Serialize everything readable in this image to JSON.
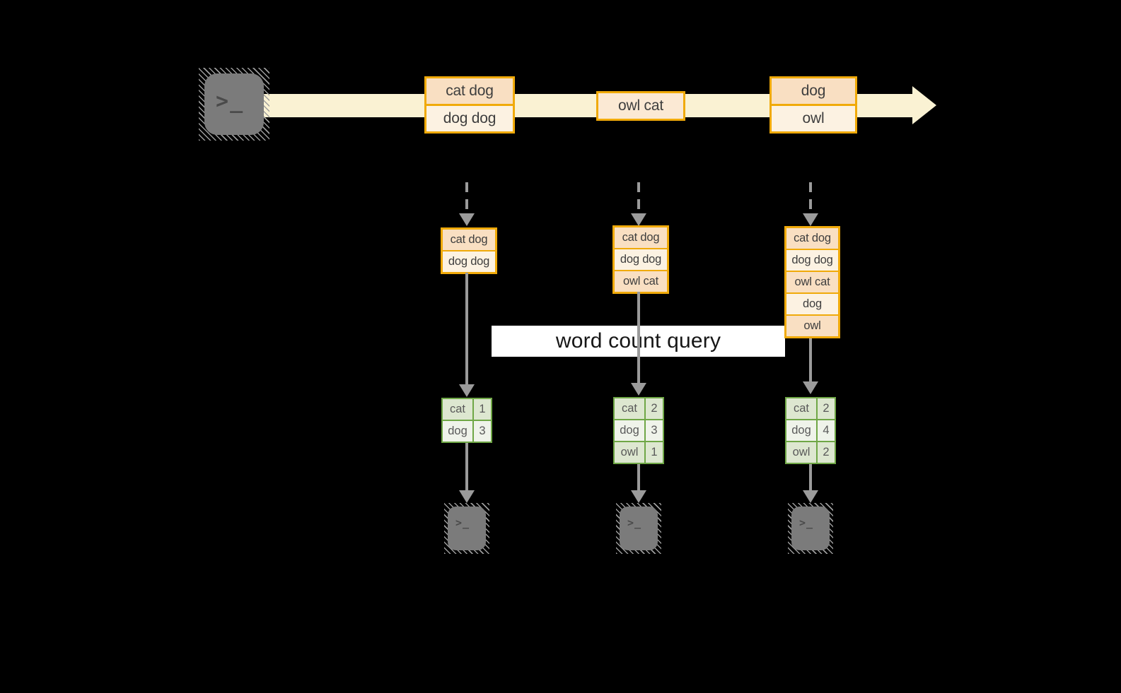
{
  "query": {
    "label": "word count query"
  },
  "stream": {
    "batch1": {
      "row1": "cat dog",
      "row2": "dog dog"
    },
    "batch2": {
      "row1": "owl cat"
    },
    "batch3": {
      "row1": "dog",
      "row2": "owl"
    }
  },
  "states": {
    "col1": [
      "cat dog",
      "dog dog"
    ],
    "col2": [
      "cat dog",
      "dog dog",
      "owl cat"
    ],
    "col3": [
      "cat dog",
      "dog dog",
      "owl cat",
      "dog",
      "owl"
    ]
  },
  "counts": {
    "col1": [
      {
        "word": "cat",
        "value": "1"
      },
      {
        "word": "dog",
        "value": "3"
      }
    ],
    "col2": [
      {
        "word": "cat",
        "value": "2"
      },
      {
        "word": "dog",
        "value": "3"
      },
      {
        "word": "owl",
        "value": "1"
      }
    ],
    "col3": [
      {
        "word": "cat",
        "value": "2"
      },
      {
        "word": "dog",
        "value": "4"
      },
      {
        "word": "owl",
        "value": "2"
      }
    ]
  },
  "icons": {
    "terminal_prompt": ">",
    "terminal_cursor": "_"
  },
  "colors": {
    "background": "#000000",
    "gold_border": "#F0AA0A",
    "peach_fill": "#F9DFC2",
    "cream_fill": "#FCF2E2",
    "mid_fill": "#FBE9D4",
    "stream_band": "#FAF2D3",
    "green_border": "#6FA746",
    "sage_fill": "#DDE7D0",
    "light_green_fill": "#EFF3EA",
    "arrow_gray": "#9B9B9B",
    "terminal_gray": "#7B7B7B",
    "query_box": "#FFFFFF"
  }
}
